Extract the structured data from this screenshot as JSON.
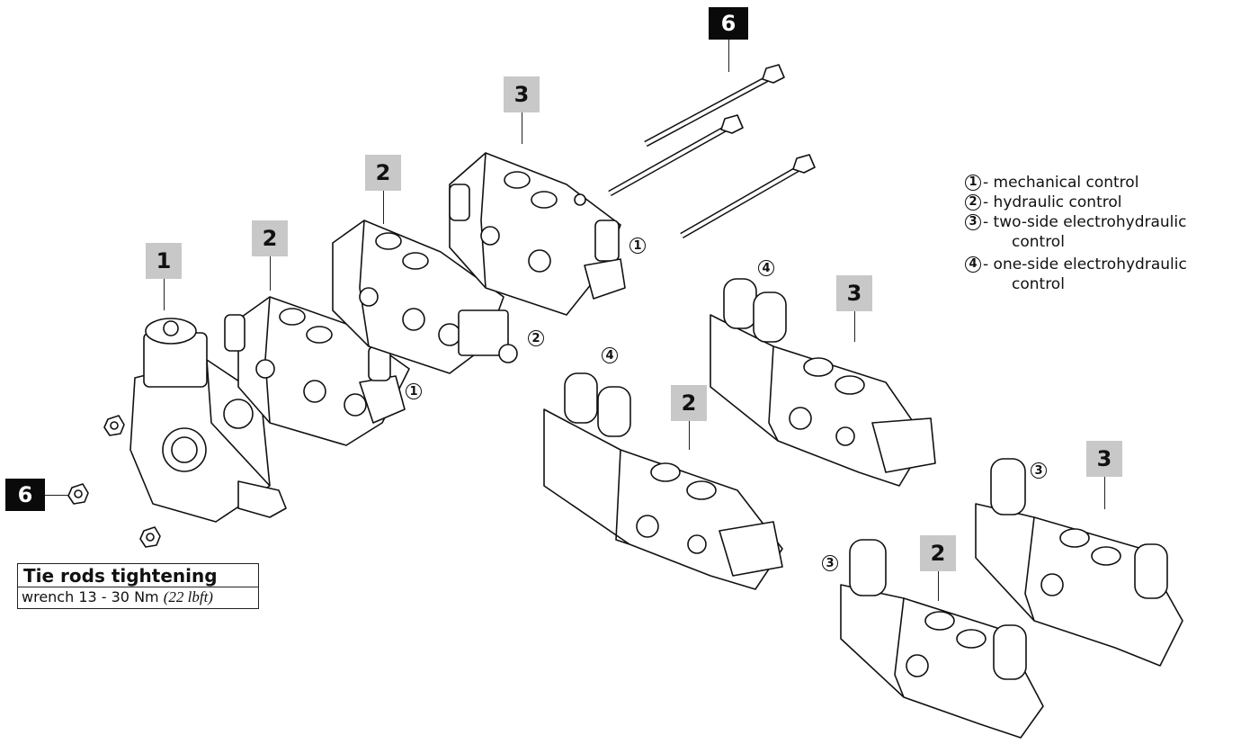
{
  "callouts": {
    "tag_1": "1",
    "tag_2a": "2",
    "tag_2b": "2",
    "tag_2c": "2",
    "tag_2d": "2",
    "tag_3a": "3",
    "tag_3b": "3",
    "tag_3c": "3",
    "tag_6a": "6",
    "tag_6b": "6"
  },
  "circled": {
    "c1a": "1",
    "c1b": "1",
    "c2": "2",
    "c4a": "4",
    "c4b": "4",
    "c3a": "3",
    "c3b": "3"
  },
  "legend": [
    {
      "num": "1",
      "text": "- mechanical control",
      "cont": ""
    },
    {
      "num": "2",
      "text": "- hydraulic control",
      "cont": ""
    },
    {
      "num": "3",
      "text": "- two-side electrohydraulic",
      "cont": "control"
    },
    {
      "num": "4",
      "text": "- one-side electrohydraulic",
      "cont": "control"
    }
  ],
  "tie_rods": {
    "title": "Tie rods tightening",
    "body": "wrench 13 - 30 Nm",
    "note": "(22 lbft)"
  },
  "colors": {
    "tag_grey": "#c8c8c8",
    "tag_black": "#0a0a0a",
    "line": "#111111"
  }
}
